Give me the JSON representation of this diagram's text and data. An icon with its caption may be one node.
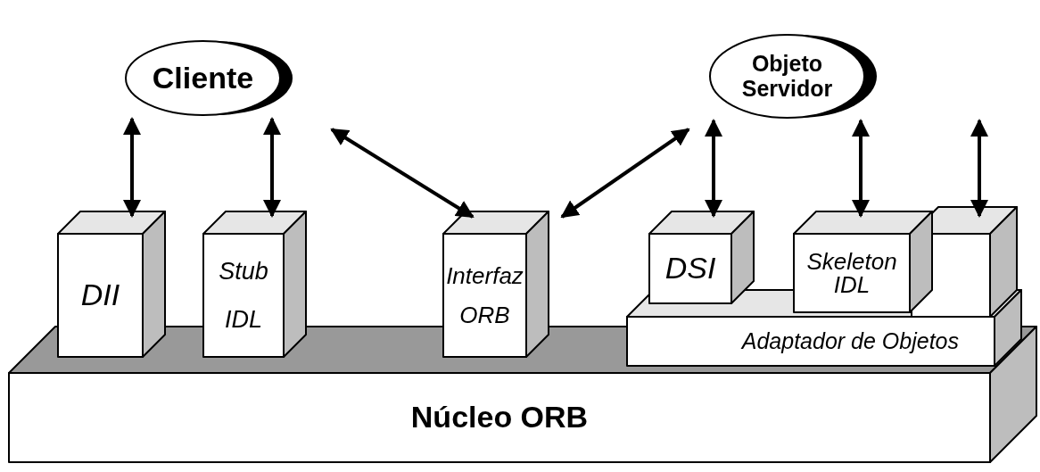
{
  "diagram": {
    "nodes": [
      {
        "text": [
          "Cliente"
        ]
      },
      {
        "text": [
          "Objeto Servidor"
        ]
      },
      {
        "text": [
          "DII"
        ]
      },
      {
        "text": [
          "Stub IDL"
        ]
      },
      {
        "text": [
          "Interfaz ORB"
        ]
      },
      {
        "text": [
          "DSI"
        ]
      },
      {
        "text": [
          "Skeleton IDL"
        ]
      },
      {
        "text": [
          "Adaptador de Objetos"
        ]
      },
      {
        "text": [],
        "shape": "box"
      },
      {
        "text": [
          "Núcleo ORB"
        ]
      }
    ],
    "edges": [
      {
        "from": 0,
        "to": 2,
        "arrow": "both"
      },
      {
        "from": 0,
        "to": 3,
        "arrow": "both"
      },
      {
        "from": 0,
        "to": 4,
        "arrow": "both"
      },
      {
        "from": 4,
        "to": 1,
        "arrow": "both"
      },
      {
        "from": 1,
        "to": 5,
        "arrow": "both"
      },
      {
        "from": 1,
        "to": 6,
        "arrow": "both"
      },
      {
        "from": null,
        "to": 8,
        "arrow": "both"
      }
    ]
  }
}
